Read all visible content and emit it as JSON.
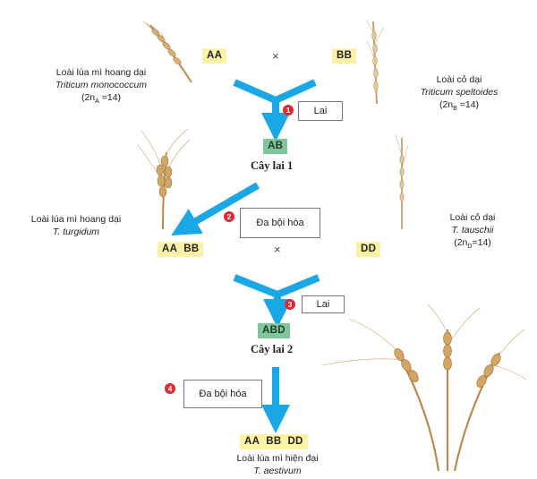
{
  "row1": {
    "left_genome": "AA",
    "cross_symbol": "×",
    "right_genome": "BB",
    "left_species": {
      "line1": "Loài lúa mì hoang dại",
      "latin": "Triticum monococcum",
      "chrom_prefix": "(2n",
      "chrom_sub": "A",
      "chrom_suffix": " =14)"
    },
    "right_species": {
      "line1": "Loài cỏ dại",
      "latin": "Triticum speltoides",
      "chrom_prefix": "(2n",
      "chrom_sub": "B",
      "chrom_suffix": " =14)"
    }
  },
  "step1": {
    "number": "1",
    "label": "Lai"
  },
  "hybrid1": {
    "genome": "AB",
    "label": "Cây lai 1"
  },
  "step2": {
    "number": "2",
    "label": "Đa bội hóa"
  },
  "row2": {
    "left_genome_1": "AA",
    "left_genome_2": "BB",
    "cross_symbol": "×",
    "right_genome": "DD",
    "left_species": {
      "line1": "Loài lúa mì hoang dại",
      "latin": "T. turgidum"
    },
    "right_species": {
      "line1": "Loài cỏ dại",
      "latin": "T. tauschii",
      "chrom_prefix": "(2n",
      "chrom_sub": "D",
      "chrom_suffix": "=14)"
    }
  },
  "step3": {
    "number": "3",
    "label": "Lai"
  },
  "hybrid2": {
    "genome": "ABD",
    "label": "Cây lai 2"
  },
  "step4": {
    "number": "4",
    "label": "Đa bội hóa"
  },
  "result": {
    "genome_1": "AA",
    "genome_2": "BB",
    "genome_3": "DD",
    "line1": "Loài lúa mì hiện đại",
    "latin": "T. aestivum"
  },
  "colors": {
    "arrow": "#1aa7e6",
    "highlight_yellow": "#fbf2a6",
    "highlight_green": "#7fc79a",
    "step_badge": "#e3262f"
  },
  "icons": [
    "wheat-ear-icon",
    "wild-grass-icon",
    "wheat-bundle-icon"
  ]
}
